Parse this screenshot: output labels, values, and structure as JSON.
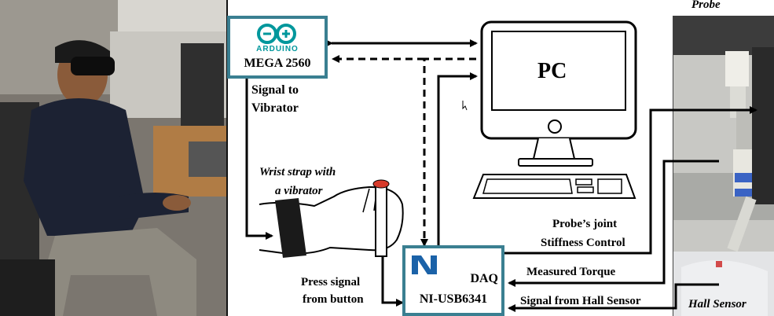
{
  "arduino": {
    "logo_text": "ARDUINO",
    "model": "MEGA 2560"
  },
  "daq": {
    "name": "DAQ",
    "model": "NI-USB6341"
  },
  "pc": {
    "label": "PC"
  },
  "labels": {
    "signal_to_vibrator_1": "Signal to",
    "signal_to_vibrator_2": "Vibrator",
    "wrist_strap_1": "Wrist strap with",
    "wrist_strap_2": "a vibrator",
    "press_signal_1": "Press signal",
    "press_signal_2": "from button",
    "probe_joint_1": "Probe’s joint",
    "probe_joint_2": "Stiffness Control",
    "measured_torque": "Measured Torque",
    "signal_hall": "Signal from Hall Sensor",
    "hall_sensor": "Hall Sensor",
    "probe": "Probe"
  },
  "colors": {
    "box_border": "#3a7f91",
    "arduino_teal": "#00979c",
    "ni_blue": "#1b62a8"
  }
}
